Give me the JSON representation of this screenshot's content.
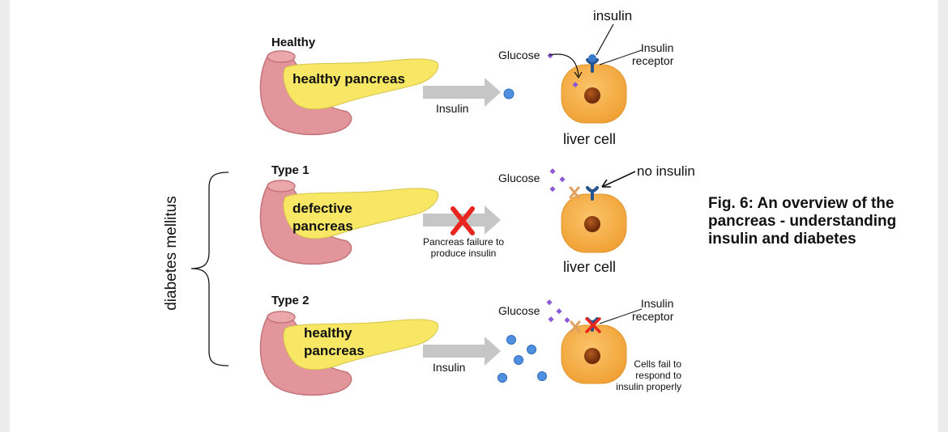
{
  "rows": {
    "healthy": {
      "heading": "Healthy",
      "pancreas_label": "healthy pancreas",
      "arrow_label": "Insulin",
      "glucose_label": "Glucose",
      "insulin_label": "insulin",
      "receptor_label": "Insulin\nreceptor",
      "cell_label": "liver cell"
    },
    "type1": {
      "heading": "Type 1",
      "pancreas_label": "defective\npancreas",
      "arrow_label": "Pancreas failure to\nproduce insulin",
      "glucose_label": "Glucose",
      "no_insulin_label": "no insulin",
      "cell_label": "liver cell"
    },
    "type2": {
      "heading": "Type 2",
      "pancreas_label": "healthy\npancreas",
      "arrow_label": "Insulin",
      "glucose_label": "Glucose",
      "receptor_label": "Insulin\nreceptor",
      "cell_note": "Cells fail to\nrespond to\ninsulin properly"
    }
  },
  "side_label": "diabetes mellitus",
  "caption": "Fig. 6: An overview of the pancreas - understanding insulin and diabetes",
  "colors": {
    "pancreas_pink": "#e2959a",
    "pancreas_yellow": "#f7e765",
    "cell_orange": "#f5a93c",
    "nucleus_brown": "#8a3a12",
    "insulin_blue": "#4f8fe0",
    "glucose_purple": "#8a5ad6",
    "receptor_blue": "#27548f",
    "arrow_gray": "#c6c6c6",
    "x_red": "#e8261f"
  }
}
